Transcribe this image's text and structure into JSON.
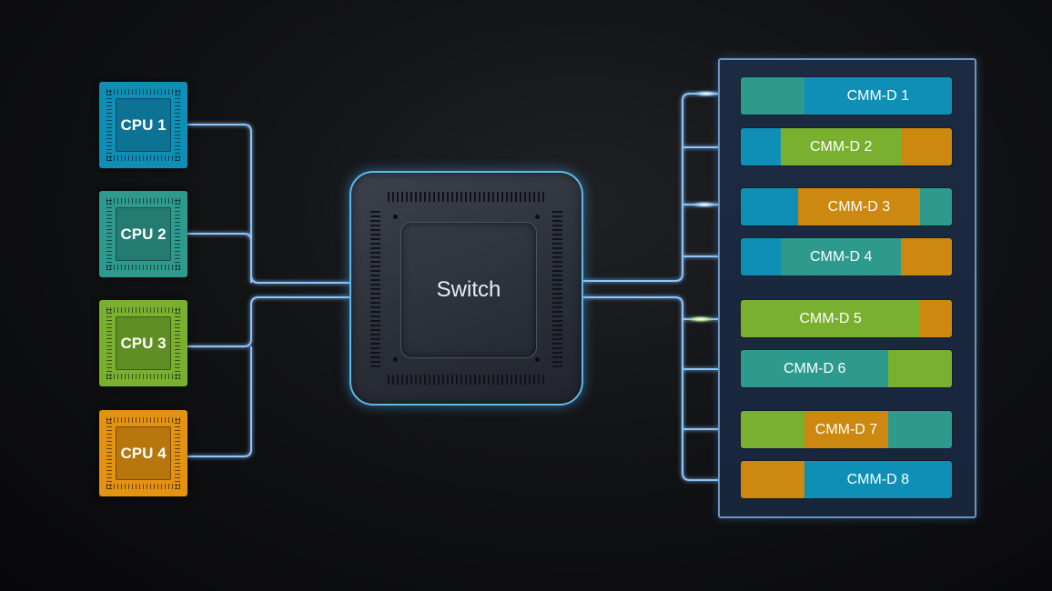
{
  "colors": {
    "background": "#0b0b0c",
    "wire": "#9fd0ff",
    "wire_glow": "#3f8fe0",
    "panel_border": "#6e95c2",
    "switch_border": "#5fb8ea",
    "blue": "#0f8fb6",
    "teal": "#2e9a8e",
    "green": "#79b030",
    "orange": "#cc880f"
  },
  "cpus": [
    {
      "label": "CPU 1",
      "color": "#0f8fb6",
      "die": "#0c7395"
    },
    {
      "label": "CPU 2",
      "color": "#2e9a8e",
      "die": "#237c72"
    },
    {
      "label": "CPU 3",
      "color": "#79b030",
      "die": "#5f8e24"
    },
    {
      "label": "CPU 4",
      "color": "#e39311",
      "die": "#b9760c"
    }
  ],
  "switch": {
    "label": "Switch"
  },
  "modules": [
    {
      "label": "CMM-D 1",
      "segments": [
        {
          "color": "#2e9a8e",
          "fraction": 0.3
        },
        {
          "color": "#0f8fb6",
          "fraction": 0.7
        }
      ],
      "label_color": "#0f8fb6"
    },
    {
      "label": "CMM-D 2",
      "segments": [
        {
          "color": "#0f8fb6",
          "fraction": 0.19
        },
        {
          "color": "#79b030",
          "fraction": 0.57
        },
        {
          "color": "#cc880f",
          "fraction": 0.24
        }
      ],
      "label_color": "#79b030"
    },
    {
      "label": "CMM-D 3",
      "segments": [
        {
          "color": "#0f8fb6",
          "fraction": 0.27
        },
        {
          "color": "#cc880f",
          "fraction": 0.58
        },
        {
          "color": "#2e9a8e",
          "fraction": 0.15
        }
      ],
      "label_color": "#cc880f"
    },
    {
      "label": "CMM-D 4",
      "segments": [
        {
          "color": "#0f8fb6",
          "fraction": 0.19
        },
        {
          "color": "#2e9a8e",
          "fraction": 0.57
        },
        {
          "color": "#cc880f",
          "fraction": 0.24
        }
      ],
      "label_color": "#2e9a8e"
    },
    {
      "label": "CMM-D 5",
      "segments": [
        {
          "color": "#79b030",
          "fraction": 0.85
        },
        {
          "color": "#cc880f",
          "fraction": 0.15
        }
      ],
      "label_color": "#79b030"
    },
    {
      "label": "CMM-D 6",
      "segments": [
        {
          "color": "#2e9a8e",
          "fraction": 0.7
        },
        {
          "color": "#79b030",
          "fraction": 0.3
        }
      ],
      "label_color": "#2e9a8e"
    },
    {
      "label": "CMM-D 7",
      "segments": [
        {
          "color": "#79b030",
          "fraction": 0.3
        },
        {
          "color": "#cc880f",
          "fraction": 0.4
        },
        {
          "color": "#2e9a8e",
          "fraction": 0.3
        }
      ],
      "label_color": "#cc880f"
    },
    {
      "label": "CMM-D 8",
      "segments": [
        {
          "color": "#cc880f",
          "fraction": 0.3
        },
        {
          "color": "#0f8fb6",
          "fraction": 0.7
        }
      ],
      "label_color": "#0f8fb6"
    }
  ]
}
